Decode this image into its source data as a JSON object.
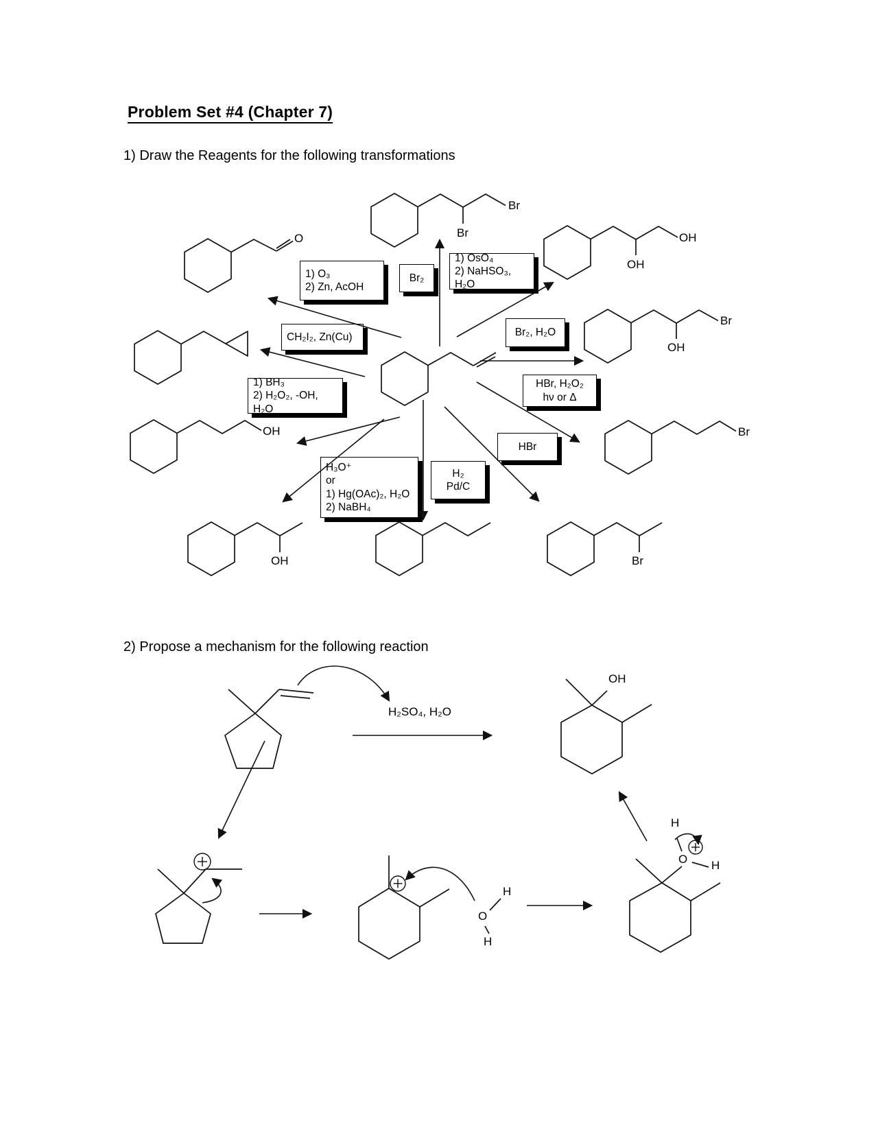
{
  "document": {
    "title": "Problem Set #4 (Chapter 7)",
    "question1": "1) Draw the Reagents for the following transformations",
    "question2": "2) Propose a mechanism for the following reaction"
  },
  "reagents": {
    "ozonolysis": "1) O₃\n2) Zn, AcOH",
    "bromination": "Br₂",
    "dihydroxylation": "1) OsO₄\n2) NaHSO₃, H₂O",
    "cyclopropanation": "CH₂I₂, Zn(Cu)",
    "halohydrin": "Br₂, H₂O",
    "hydroboration": "1) BH₃\n2) H₂O₂, -OH, H₂O",
    "radical_hydrobromination": "HBr, H₂O₂\nhν or Δ",
    "hydrobromination": "HBr",
    "hydration": "H₃O⁺\nor\n1) Hg(OAc)₂, H₂O\n2) NaBH₄",
    "hydrogenation": "H₂\nPd/C"
  },
  "mechanism": {
    "conditions": "H₂SO₄, H₂O"
  },
  "atom_labels": {
    "br": "Br",
    "oh": "OH",
    "o": "O",
    "h": "H"
  }
}
